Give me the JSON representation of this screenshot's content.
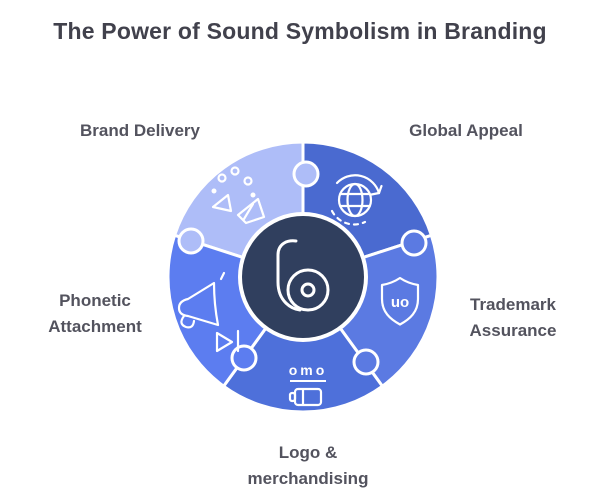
{
  "title": "The Power of Sound Symbolism in Branding",
  "colors": {
    "background": "#ffffff",
    "title_text": "#41414c",
    "label_text": "#53535e",
    "center_circle": "#303f5e",
    "piece_top_left": "#aebdf8",
    "piece_top_right": "#4a6ad0",
    "piece_right": "#5b7ae2",
    "piece_bottom": "#4e70da",
    "piece_left": "#5c7df0",
    "icon_stroke": "#ffffff"
  },
  "diagram": {
    "type": "circular-puzzle-infographic",
    "center_logo_letter": "b",
    "shield_text": "uo",
    "logo_placeholder_text": "omo",
    "pieces": [
      {
        "position": "top-left",
        "icon": "confetti-icon",
        "color": "#aebdf8",
        "lines": [
          "Brand Delivery"
        ]
      },
      {
        "position": "top-right",
        "icon": "globe-refresh-icon",
        "color": "#4a6ad0",
        "lines": [
          "Global Appeal"
        ]
      },
      {
        "position": "right",
        "icon": "shield-icon",
        "color": "#5b7ae2",
        "lines": [
          "Trademark",
          "Assurance"
        ]
      },
      {
        "position": "bottom",
        "icon": "logo-card-icon",
        "color": "#4e70da",
        "lines": [
          "Logo &",
          "merchandising"
        ]
      },
      {
        "position": "left",
        "icon": "megaphone-play-icon",
        "color": "#5c7df0",
        "lines": [
          "Phonetic",
          "Attachment"
        ]
      }
    ]
  }
}
